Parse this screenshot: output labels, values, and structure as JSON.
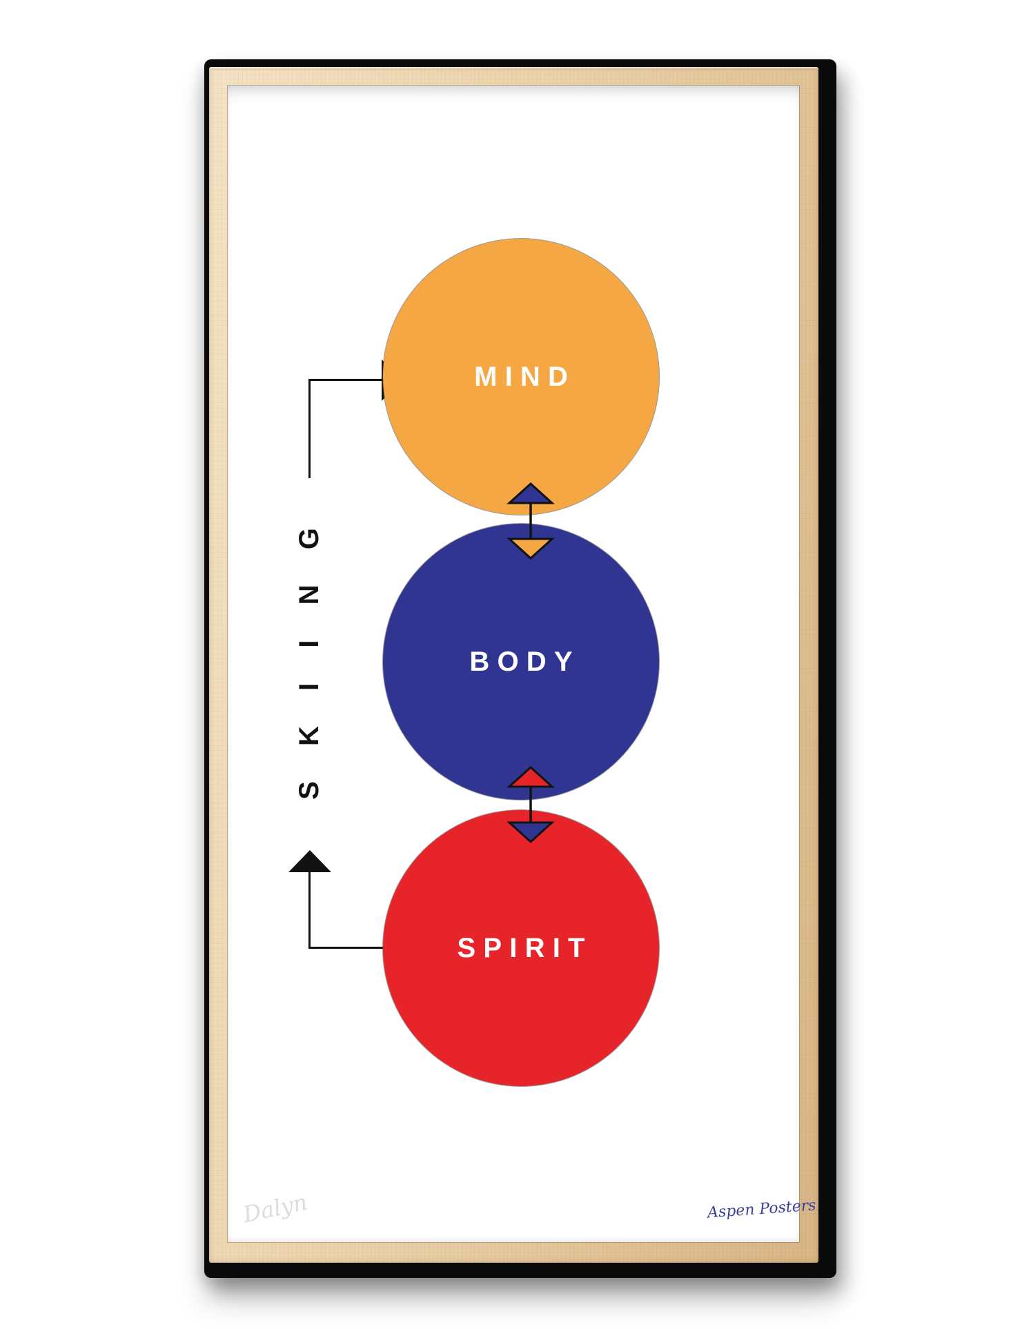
{
  "poster": {
    "vertical_title": "SKIING",
    "circles": [
      {
        "label": "MIND",
        "color_key": "c_mind"
      },
      {
        "label": "BODY",
        "color_key": "c_body"
      },
      {
        "label": "SPIRIT",
        "color_key": "c_spirit"
      }
    ],
    "arrows": [
      {
        "name": "skiing-to-mind",
        "type": "elbow-right-arrow"
      },
      {
        "name": "spirit-to-skiing",
        "type": "elbow-up-arrow"
      },
      {
        "name": "mind-body-exchange",
        "type": "double-headed-vertical",
        "up_fill": "c_body",
        "down_fill": "c_mind"
      },
      {
        "name": "body-spirit-exchange",
        "type": "double-headed-vertical",
        "up_fill": "c_spirit",
        "down_fill": "c_body"
      }
    ],
    "signatures": {
      "artist": "Dalyn",
      "publisher": "Aspen Posters"
    }
  },
  "icons": {
    "right-arrowhead-icon": "▶",
    "up-arrowhead-icon": "▲",
    "exchange-arrow-icon": "⇅"
  },
  "colors": {
    "c_mind": "#F5A743",
    "c_body": "#2F3590",
    "c_spirit": "#E8242B",
    "c_line": "#121212",
    "c_sig_gray": "#DCDCDC",
    "c_sig_blue": "#3A3F9E",
    "c_wood_hi": "#F4E3C5",
    "c_wood_mid": "#EAD1A9",
    "c_wood_lo": "#D8B586",
    "c_frame": "#0A0A0A",
    "c_paper": "#FFFFFF"
  }
}
